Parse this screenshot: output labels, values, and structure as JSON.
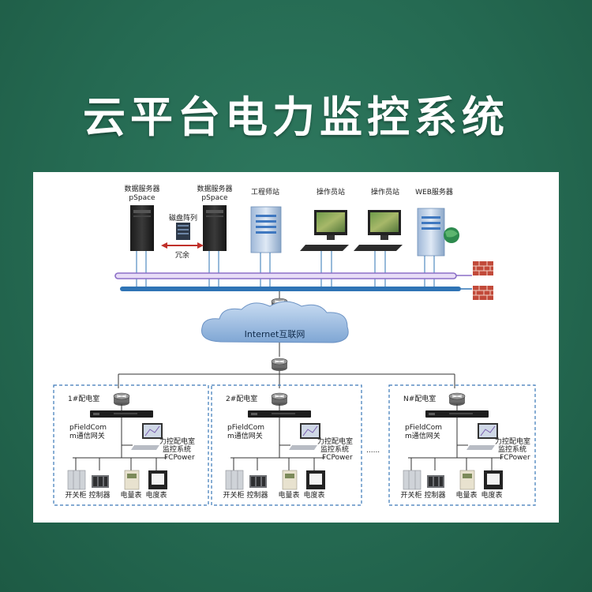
{
  "title": "云平台电力监控系统",
  "colors": {
    "background": "#256a52",
    "backbone_purple": "#8b6fc7",
    "backbone_blue": "#2f74b5",
    "room_border": "#3a78b8",
    "firewall": "#c24a3a"
  },
  "top_layer": {
    "server1": {
      "line1": "数据服务器",
      "line2": "pSpace"
    },
    "server2": {
      "line1": "数据服务器",
      "line2": "pSpace"
    },
    "disk_array": "磁盘阵列",
    "redundancy": "冗余",
    "engineer_station": "工程师站",
    "operator_station_1": "操作员站",
    "operator_station_2": "操作员站",
    "web_server": "WEB服务器"
  },
  "network": {
    "cloud_label": "Internet互联网",
    "top_switch_icon": "network-switch-icon",
    "bottom_switch_icon": "network-switch-icon",
    "firewall_icon": "brick-firewall-icon"
  },
  "rooms": [
    {
      "name": "1#配电室",
      "gateway": {
        "line1": "pFieldCom",
        "line2": "m通信网关"
      },
      "monitor": {
        "line1": "力控配电室",
        "line2": "监控系统",
        "line3": "FCPower"
      },
      "devices": [
        "开关柜",
        "控制器",
        "电量表",
        "电度表"
      ]
    },
    {
      "name": "2#配电室",
      "gateway": {
        "line1": "pFieldCom",
        "line2": "m通信网关"
      },
      "monitor": {
        "line1": "力控配电室",
        "line2": "监控系统",
        "line3": "FCPower"
      },
      "devices": [
        "开关柜",
        "控制器",
        "电量表",
        "电度表"
      ]
    },
    {
      "name": "N#配电室",
      "gateway": {
        "line1": "pFieldCom",
        "line2": "m通信网关"
      },
      "monitor": {
        "line1": "力控配电室",
        "line2": "监控系统",
        "line3": "FCPower"
      },
      "devices": [
        "开关柜",
        "控制器",
        "电量表",
        "电度表"
      ]
    }
  ],
  "ellipsis": "......"
}
